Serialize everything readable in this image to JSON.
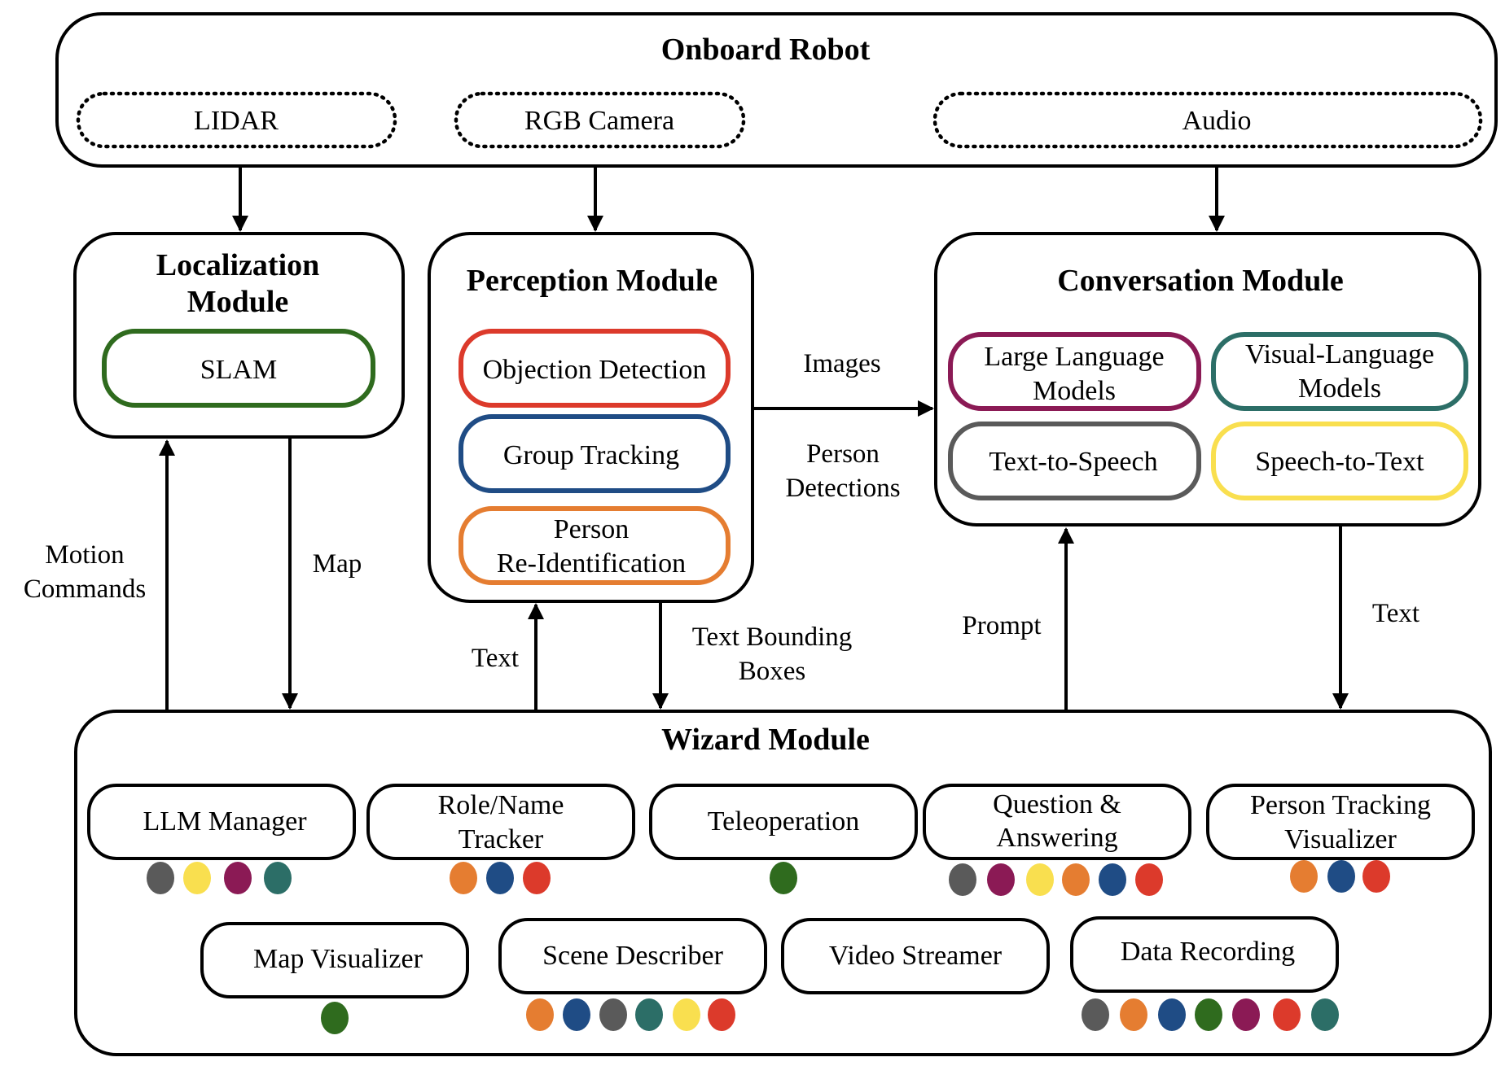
{
  "colors": {
    "gray": "#5a5a5a",
    "yellow": "#f9df4f",
    "purple": "#8b1a55",
    "teal": "#2c6e67",
    "orange": "#e57d31",
    "blue": "#1f4c85",
    "red": "#dc3a2b",
    "green": "#2f6b1e"
  },
  "robot": {
    "title": "Onboard Robot",
    "sensors": {
      "lidar": "LIDAR",
      "camera": "RGB Camera",
      "audio": "Audio"
    }
  },
  "localization": {
    "title_line1": "Localization",
    "title_line2": "Module",
    "slam": "SLAM"
  },
  "perception": {
    "title": "Perception Module",
    "object_detection": "Objection Detection",
    "group_tracking": "Group Tracking",
    "reid_line1": "Person",
    "reid_line2": "Re-Identification"
  },
  "conversation": {
    "title": "Conversation Module",
    "llm_line1": "Large Language",
    "llm_line2": "Models",
    "vlm_line1": "Visual-Language",
    "vlm_line2": "Models",
    "tts": "Text-to-Speech",
    "stt": "Speech-to-Text"
  },
  "edges": {
    "images": "Images",
    "person_line1": "Person",
    "person_line2": "Detections",
    "motion_line1": "Motion",
    "motion_line2": "Commands",
    "map": "Map",
    "text_up": "Text",
    "tbb_line1": "Text Bounding",
    "tbb_line2": "Boxes",
    "prompt": "Prompt",
    "text_down": "Text"
  },
  "wizard": {
    "title": "Wizard Module",
    "nodes": {
      "llm_manager": "LLM Manager",
      "role_line1": "Role/Name",
      "role_line2": "Tracker",
      "teleoperation": "Teleoperation",
      "qa_line1": "Question &",
      "qa_line2": "Answering",
      "ptv_line1": "Person Tracking",
      "ptv_line2": "Visualizer",
      "map_visualizer": "Map Visualizer",
      "scene_describer": "Scene Describer",
      "video_streamer": "Video Streamer",
      "data_recording": "Data Recording"
    },
    "dot_groups": {
      "llm_manager": [
        "gray",
        "yellow",
        "purple",
        "teal"
      ],
      "role_tracker": [
        "orange",
        "blue",
        "red"
      ],
      "teleoperation": [
        "green"
      ],
      "question_answering": [
        "gray",
        "purple",
        "yellow",
        "orange",
        "blue",
        "red"
      ],
      "person_tracking_visualizer": [
        "orange",
        "blue",
        "red"
      ],
      "map_visualizer": [
        "green"
      ],
      "scene_describer": [
        "orange",
        "blue",
        "gray",
        "teal",
        "yellow",
        "red"
      ],
      "data_recording": [
        "gray",
        "orange",
        "blue",
        "green",
        "purple",
        "red",
        "teal"
      ]
    }
  }
}
